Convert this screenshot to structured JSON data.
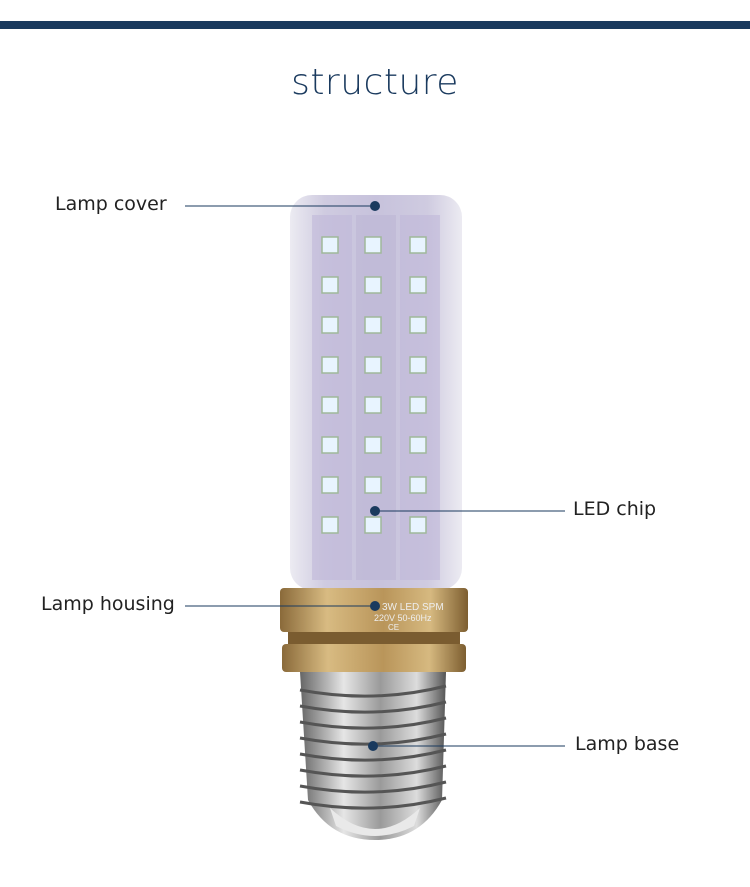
{
  "title": "structure",
  "colors": {
    "accent": "#1a3a5e",
    "gold": "#c9a86a",
    "led": "#e8f4ff",
    "cover": "#d9d6e6"
  },
  "labels": {
    "lamp_cover": "Lamp cover",
    "led_chip": "LED chip",
    "lamp_housing": "Lamp housing",
    "lamp_base": "Lamp base"
  },
  "housing_markings": {
    "line1": "3W LED SPM",
    "line2": "220V 50-60Hz",
    "line3": "CE"
  }
}
